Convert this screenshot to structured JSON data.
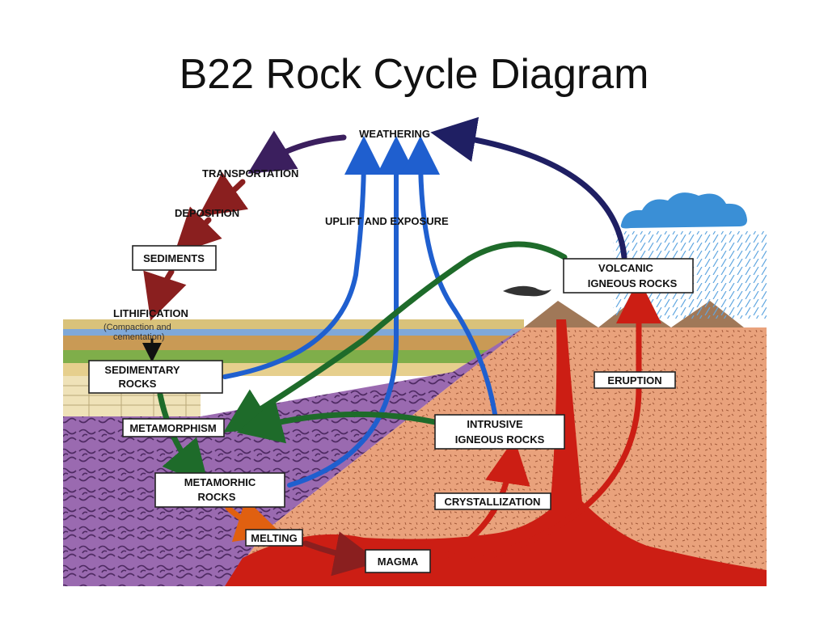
{
  "title": "B22 Rock Cycle Diagram",
  "labels": {
    "weathering": "WEATHERING",
    "transportation": "TRANSPORTATION",
    "deposition": "DEPOSITION",
    "sediments": "SEDIMENTS",
    "lithification": "LITHIFICATION",
    "lithification_note_1": "(Compaction and",
    "lithification_note_2": "cementation)",
    "uplift_and_exposure": "UPLIFT AND EXPOSURE",
    "sedimentary_rocks_1": "SEDIMENTARY",
    "sedimentary_rocks_2": "ROCKS",
    "volcanic_igneous_1": "VOLCANIC",
    "volcanic_igneous_2": "IGNEOUS ROCKS",
    "eruption": "ERUPTION",
    "metamorphism": "METAMORPHISM",
    "intrusive_igneous_1": "INTRUSIVE",
    "intrusive_igneous_2": "IGNEOUS ROCKS",
    "metamorphic_rocks_1": "METAMORHIC",
    "metamorphic_rocks_2": "ROCKS",
    "crystallization": "CRYSTALLIZATION",
    "melting": "MELTING",
    "magma": "MAGMA"
  },
  "colors": {
    "weathering_arrows": "#3b1f5e",
    "volcanic_to_weathering": "#1f1f63",
    "uplift_arrows": "#1f5fcf",
    "transport_arrows": "#8a1f1f",
    "metamorphism_arrows": "#1e6b2a",
    "magma_red": "#cc1e14",
    "melting_arrow": "#e06010",
    "metamorphic_zone": "#9a6ab0",
    "igneous_zone": "#e9a27c",
    "cloud": "#3a8fd6"
  }
}
